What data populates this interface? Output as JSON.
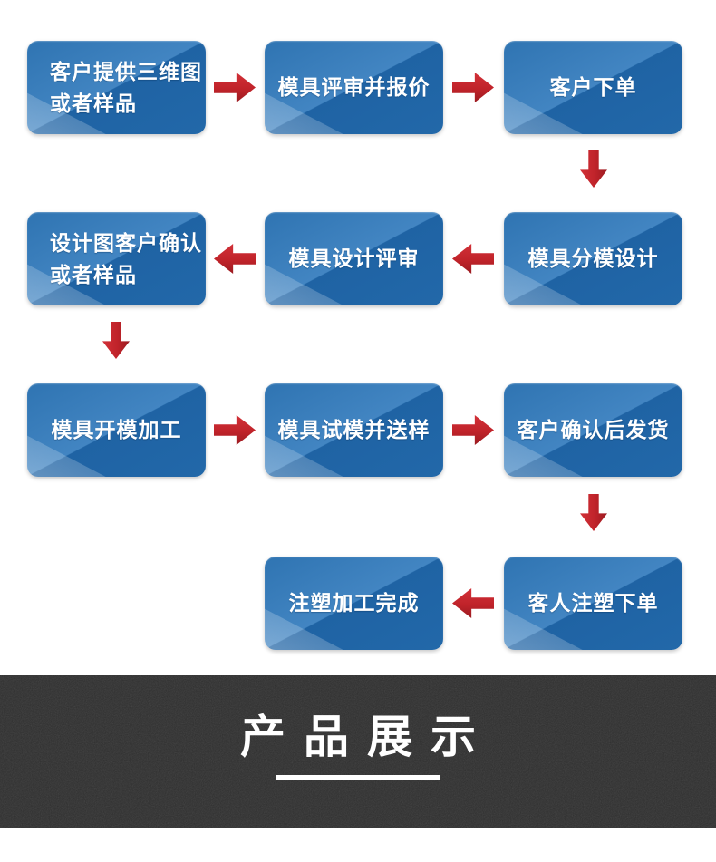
{
  "page": {
    "background": "#ffffff"
  },
  "flow": {
    "node_fill": "#2268a9",
    "node_gloss": "#4285c2",
    "node_text_color": "#ffffff",
    "arrow_color": "#c0232a",
    "nodes": [
      {
        "label": "客户提供三维图\n或者样品"
      },
      {
        "label": "模具评审并报价"
      },
      {
        "label": "客户下单"
      },
      {
        "label": "设计图客户确认\n或者样品"
      },
      {
        "label": "模具设计评审"
      },
      {
        "label": "模具分模设计"
      },
      {
        "label": "模具开模加工"
      },
      {
        "label": "模具试模并送样"
      },
      {
        "label": "客户确认后发货"
      },
      {
        "label": "注塑加工完成"
      },
      {
        "label": "客人注塑下单"
      }
    ],
    "arrows": [
      {
        "direction": "right"
      },
      {
        "direction": "right"
      },
      {
        "direction": "down"
      },
      {
        "direction": "left"
      },
      {
        "direction": "left"
      },
      {
        "direction": "down"
      },
      {
        "direction": "right"
      },
      {
        "direction": "right"
      },
      {
        "direction": "down"
      },
      {
        "direction": "left"
      }
    ]
  },
  "banner": {
    "title": "产品展示",
    "background": "#2e2e2e",
    "text_color": "#ffffff"
  }
}
